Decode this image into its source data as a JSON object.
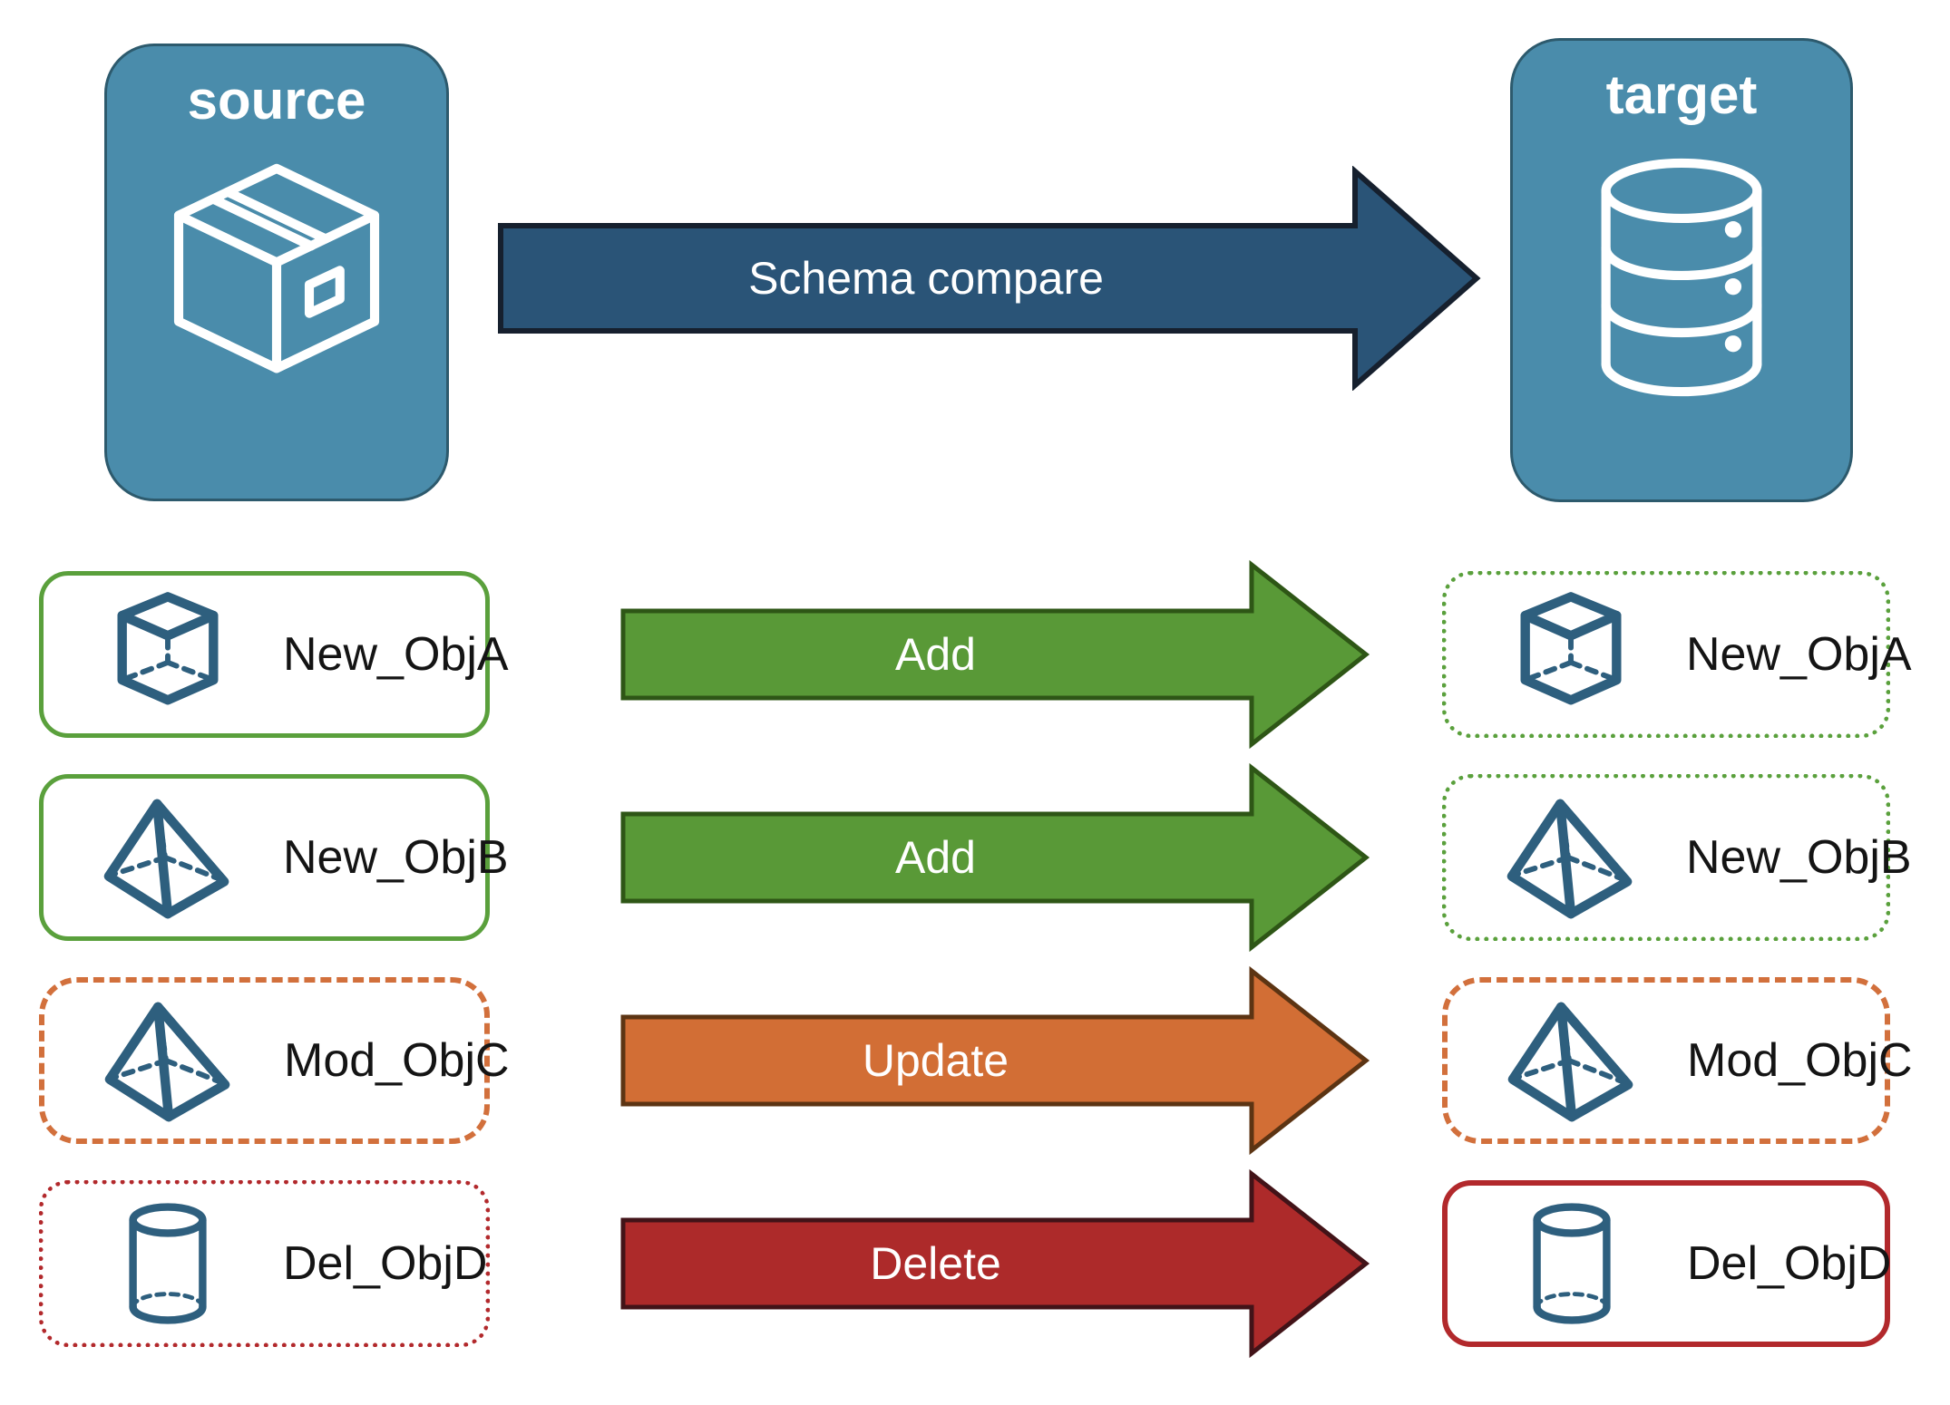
{
  "source": {
    "label": "source",
    "icon": "package-box-icon"
  },
  "target": {
    "label": "target",
    "icon": "database-icon"
  },
  "compare_arrow": {
    "label": "Schema compare"
  },
  "rows": [
    {
      "object": "New_ObjA",
      "icon": "cube-icon",
      "action": "Add"
    },
    {
      "object": "New_ObjB",
      "icon": "pyramid-icon",
      "action": "Add"
    },
    {
      "object": "Mod_ObjC",
      "icon": "pyramid-icon",
      "action": "Update"
    },
    {
      "object": "Del_ObjD",
      "icon": "cylinder-icon",
      "action": "Delete"
    }
  ],
  "colors": {
    "node_fill": "#4A8CAB",
    "node_border": "#2D5A6D",
    "compare_arrow_fill": "#2A5477",
    "compare_arrow_border": "#16202E",
    "add_arrow_fill": "#599937",
    "add_arrow_border": "#2E5616",
    "add_box_border": "#5AA03C",
    "update_arrow_fill": "#D26E35",
    "update_arrow_border": "#5C3413",
    "update_box_border": "#D2703C",
    "delete_arrow_fill": "#AD2A2A",
    "delete_arrow_border": "#421318",
    "delete_box_border": "#B2292C",
    "icon_stroke": "#2E5F7E",
    "label_text": "#141414",
    "arrow_text": "#FFFFFF"
  }
}
